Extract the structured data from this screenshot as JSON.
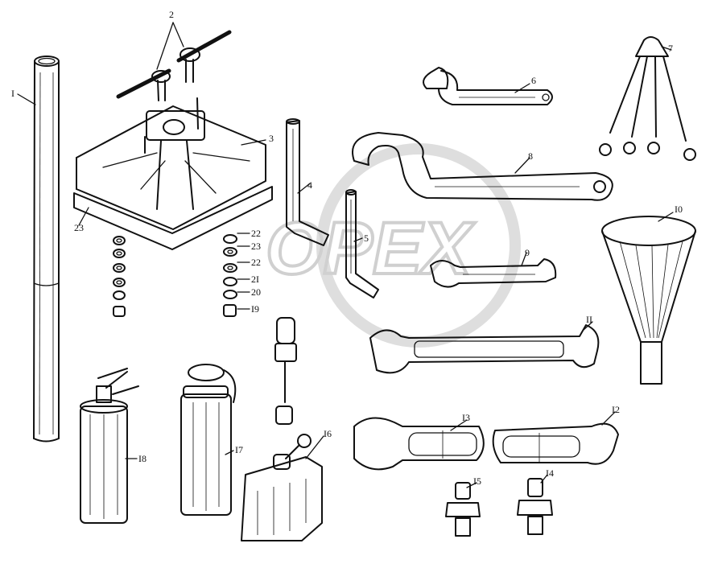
{
  "watermark": {
    "text": "OPEX"
  },
  "callouts": [
    {
      "id": "c1",
      "text": "I"
    },
    {
      "id": "c2",
      "text": "2"
    },
    {
      "id": "c3",
      "text": "3"
    },
    {
      "id": "c4",
      "text": "4"
    },
    {
      "id": "c5",
      "text": "5"
    },
    {
      "id": "c6",
      "text": "6"
    },
    {
      "id": "c7",
      "text": "7"
    },
    {
      "id": "c8",
      "text": "8"
    },
    {
      "id": "c9",
      "text": "9"
    },
    {
      "id": "c10",
      "text": "I0"
    },
    {
      "id": "c11",
      "text": "II"
    },
    {
      "id": "c12",
      "text": "I2"
    },
    {
      "id": "c13",
      "text": "I3"
    },
    {
      "id": "c14",
      "text": "I4"
    },
    {
      "id": "c15",
      "text": "I5"
    },
    {
      "id": "c16",
      "text": "I6"
    },
    {
      "id": "c17",
      "text": "I7"
    },
    {
      "id": "c18",
      "text": "I8"
    },
    {
      "id": "c19",
      "text": "I9"
    },
    {
      "id": "c20",
      "text": "20"
    },
    {
      "id": "c21",
      "text": "2I"
    },
    {
      "id": "c22a",
      "text": "22"
    },
    {
      "id": "c22b",
      "text": "22"
    },
    {
      "id": "c23a",
      "text": "23"
    },
    {
      "id": "c23b",
      "text": "23"
    }
  ]
}
